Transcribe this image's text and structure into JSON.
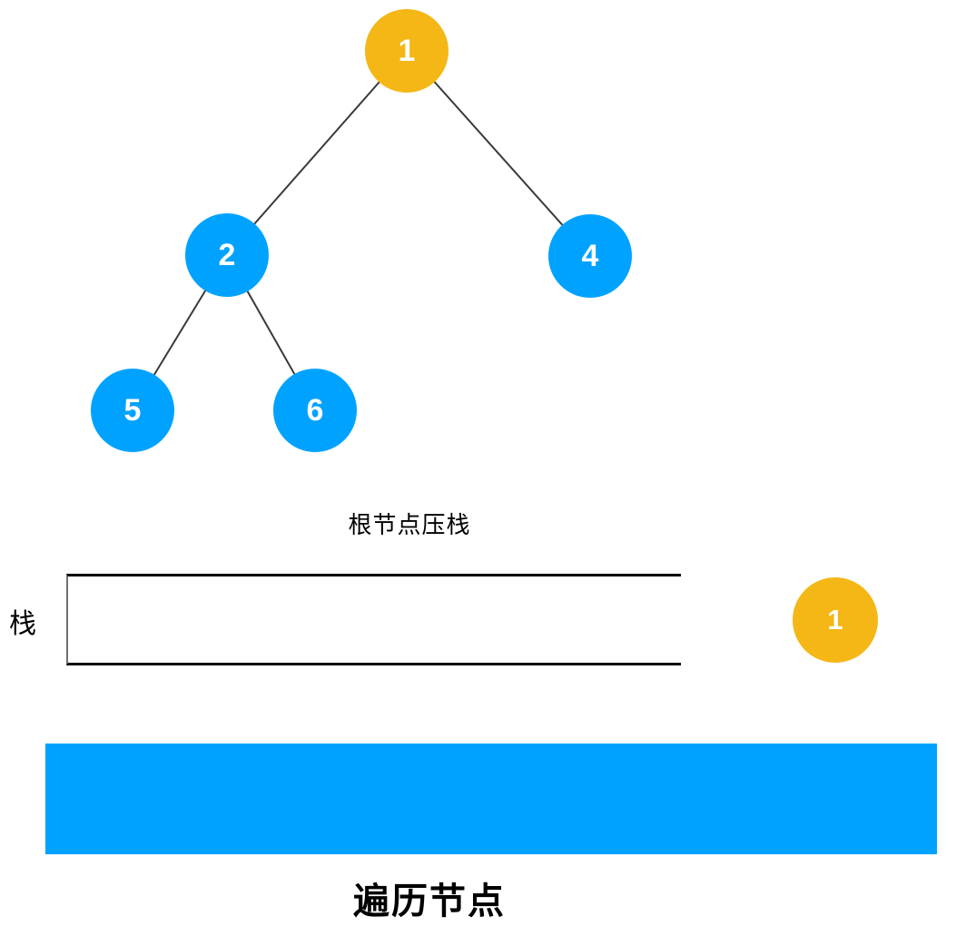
{
  "colors": {
    "node_blue": "#00A2FF",
    "node_orange": "#F5B716",
    "bar_blue": "#00A2FF",
    "edge": "#3a3a3a"
  },
  "tree": {
    "nodes": [
      {
        "id": "1",
        "label": "1",
        "role": "root",
        "color": "orange"
      },
      {
        "id": "2",
        "label": "2",
        "role": "left-child",
        "color": "blue"
      },
      {
        "id": "4",
        "label": "4",
        "role": "right-child",
        "color": "blue"
      },
      {
        "id": "5",
        "label": "5",
        "role": "leaf",
        "color": "blue"
      },
      {
        "id": "6",
        "label": "6",
        "role": "leaf",
        "color": "blue"
      }
    ],
    "edges": [
      {
        "from": "1",
        "to": "2"
      },
      {
        "from": "1",
        "to": "4"
      },
      {
        "from": "2",
        "to": "5"
      },
      {
        "from": "2",
        "to": "6"
      }
    ]
  },
  "stack": {
    "caption": "根节点压栈",
    "label": "栈",
    "items": [],
    "pending_node": {
      "label": "1",
      "color": "orange"
    }
  },
  "legend": {
    "bar_color": "#00A2FF",
    "label": "遍历节点"
  }
}
